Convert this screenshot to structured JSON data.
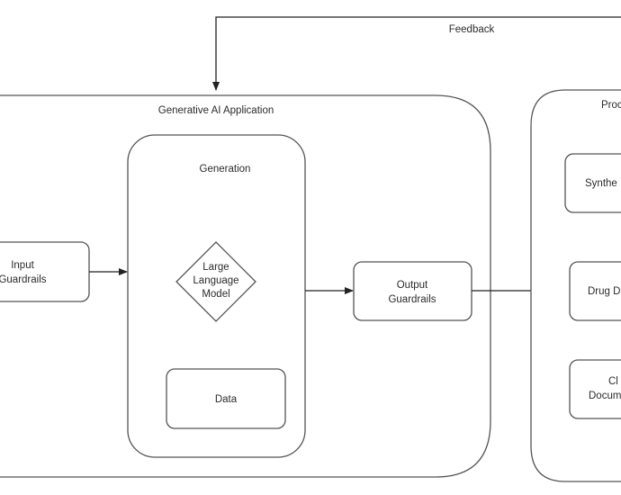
{
  "diagram": {
    "feedback_label": "Feedback",
    "app_container": {
      "title": "Generative AI Application"
    },
    "generation_container": {
      "title": "Generation"
    },
    "nodes": {
      "input_guardrails": {
        "line1": "Input",
        "line2": "Guardrails"
      },
      "llm": {
        "line1": "Large",
        "line2": "Language",
        "line3": "Model"
      },
      "data": {
        "label": "Data"
      },
      "output_guardrails": {
        "line1": "Output",
        "line2": "Guardrails"
      }
    },
    "product_container": {
      "title": "Proc"
    },
    "product_items": {
      "item1": {
        "label": "Synthe"
      },
      "item2": {
        "label": "Drug D"
      },
      "item3": {
        "line1": "Cl",
        "line2": "Docum"
      }
    },
    "colors": {
      "stroke": "#555555",
      "edge": "#222222",
      "text": "#2b2b2b"
    }
  }
}
